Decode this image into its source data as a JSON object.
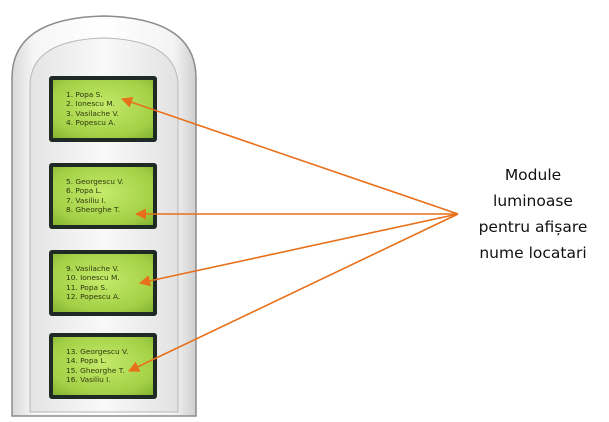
{
  "modules": [
    [
      "1. Popa S.",
      "2. Ionescu M.",
      "3. Vasilache V.",
      "4. Popescu A."
    ],
    [
      "5. Georgescu V.",
      "6. Popa L.",
      "7. Vasiliu I.",
      "8. Gheorghe T."
    ],
    [
      "9. Vasilache V.",
      "10. Ionescu M.",
      "11. Popa S.",
      "12. Popescu A."
    ],
    [
      "13. Georgescu V.",
      "14. Popa L.",
      "15. Gheorghe T.",
      "16. Vasiliu I."
    ]
  ],
  "caption": [
    "Module",
    "luminoase",
    "pentru afișare",
    "nume locatari"
  ],
  "colors": {
    "arrow": "#e8701a",
    "screen": "#a8d64a",
    "screen_frame": "#1f2a24",
    "panel_edge": "#9a9a9a",
    "panel_fill": "#ececec"
  }
}
